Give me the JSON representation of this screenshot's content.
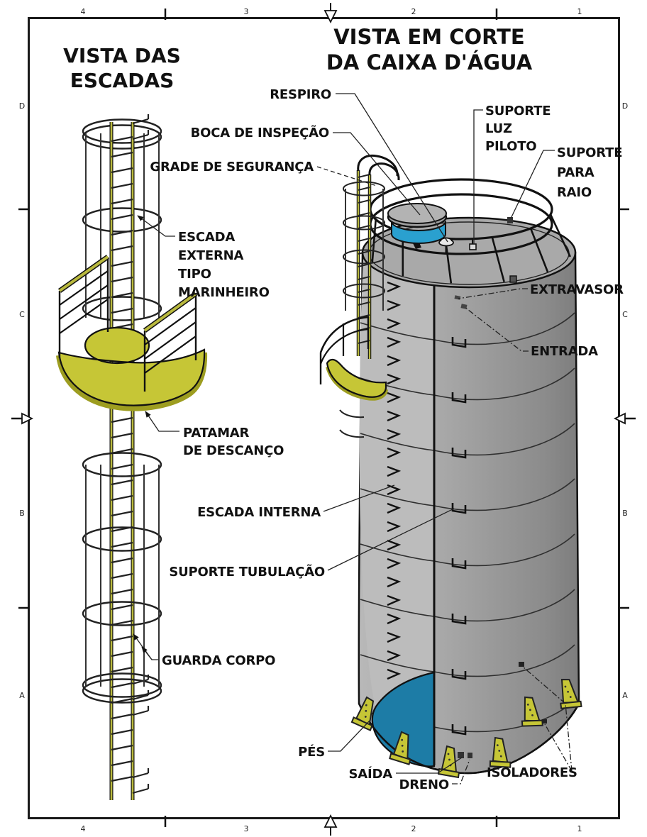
{
  "colors": {
    "yellow": "#c6c636",
    "yellow_dark": "#9d9d20",
    "blue": "#2aa0cf",
    "teal": "#1d7ca6",
    "gray_shell": "#9e9e9e",
    "gray_top": "#a9a9a9",
    "gray_inner": "#bcbcbc",
    "ink": "#111111"
  },
  "border": {
    "columns": [
      "4",
      "3",
      "2",
      "1"
    ],
    "rows": [
      "D",
      "C",
      "B",
      "A"
    ]
  },
  "titles": {
    "left": [
      "VISTA DAS",
      "ESCADAS"
    ],
    "right": [
      "VISTA EM CORTE",
      "DA CAIXA D'ÁGUA"
    ]
  },
  "labels": {
    "respiro": "RESPIRO",
    "boca_de_inspecao": "BOCA DE INSPEÇÃO",
    "grade_de_seguranca": "GRADE DE SEGURANÇA",
    "suporte_luz_piloto": [
      "SUPORTE",
      "LUZ",
      "PILOTO"
    ],
    "suporte_para_raio": [
      "SUPORTE",
      "PARA",
      "RAIO"
    ],
    "extravasor": "EXTRAVASOR",
    "entrada": "ENTRADA",
    "escada_externa": [
      "ESCADA",
      "EXTERNA",
      "TIPO",
      "MARINHEIRO"
    ],
    "patamar": [
      "PATAMAR",
      "DE DESCANÇO"
    ],
    "escada_interna": "ESCADA INTERNA",
    "suporte_tubulacao": "SUPORTE TUBULAÇÃO",
    "guarda_corpo": "GUARDA CORPO",
    "pes": "PÉS",
    "saida": "SAÍDA",
    "dreno": "DRENO",
    "isoladores": "ISOLADORES"
  }
}
